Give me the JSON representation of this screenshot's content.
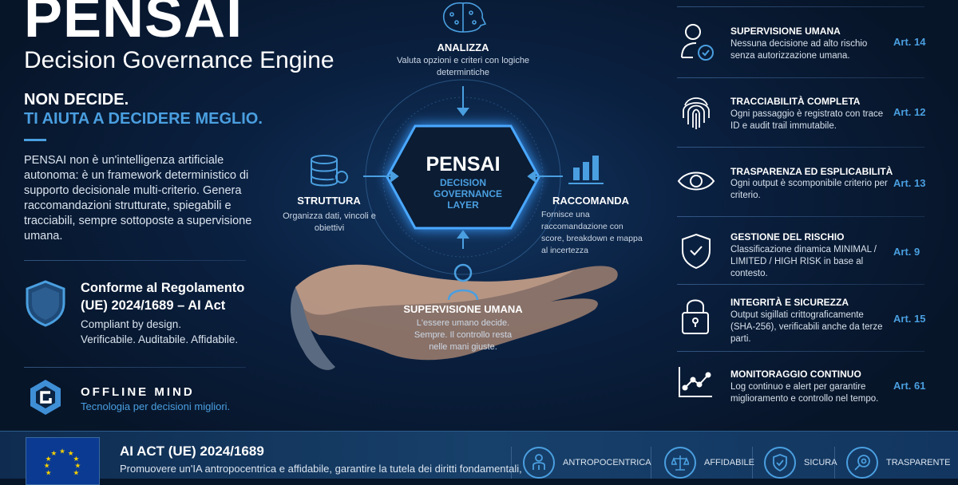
{
  "left": {
    "title": "PENSAI",
    "subtitle": "Decision Governance Engine",
    "claim_line1": "NON DECIDE.",
    "claim_line2": "TI AIUTA A DECIDERE MEGLIO.",
    "description": "PENSAI non è un'intelligenza artificiale autonoma: è un framework deterministico di supporto decisionale multi-criterio. Genera raccomandazioni strutturate, spiegabili e tracciabili, sempre sottoposte a supervisione umana.",
    "compliance": {
      "title": "Conforme al Regolamento (UE) 2024/1689 – AI Act",
      "line1": "Compliant by design.",
      "line2": "Verificabile. Auditabile. Affidabile.",
      "icon": "shield-icon"
    },
    "brand": {
      "name": "OFFLINE MIND",
      "tagline": "Tecnologia per decisioni migliori.",
      "icon": "hexagon-logo-icon"
    }
  },
  "diagram": {
    "center": {
      "title": "PENSAI",
      "subtitle": "DECISION GOVERNANCE LAYER"
    },
    "nodes": [
      {
        "title": "ANALIZZA",
        "desc": "Valuta opzioni e criteri con logiche determintiche",
        "icon": "brain-circuit-icon"
      },
      {
        "title": "STRUTTURA",
        "desc": "Organizza dati, vincoli e obiettivi",
        "icon": "database-icon"
      },
      {
        "title": "RACCOMANDA",
        "desc": "Fornisce una raccomandazione con score, breakdown e mappa al incertezza",
        "icon": "bar-chart-icon"
      },
      {
        "title": "SUPERVISIONE UMANA",
        "desc": "L'essere umano decide. Sempre. Il controllo resta nelle mani giuste.",
        "icon": "person-icon"
      }
    ]
  },
  "features": [
    {
      "title": "SUPERVISIONE UMANA",
      "desc": "Nessuna decisione ad alto rischio senza autorizzazione umana.",
      "article": "Art. 14",
      "icon": "user-check-icon"
    },
    {
      "title": "TRACCIABILITÀ COMPLETA",
      "desc": "Ogni passaggio è registrato con trace ID e audit trail immutabile.",
      "article": "Art. 12",
      "icon": "fingerprint-icon"
    },
    {
      "title": "TRASPARENZA ED ESPLICABILITÀ",
      "desc": "Ogni output è scomponibile criterio per criterio.",
      "article": "Art. 13",
      "icon": "eye-icon"
    },
    {
      "title": "GESTIONE DEL RISCHIO",
      "desc": "Classificazione dinamica MINIMAL / LIMITED / HIGH RISK in base al contesto.",
      "article": "Art. 9",
      "icon": "shield-check-icon"
    },
    {
      "title": "INTEGRITÀ E SICUREZZA",
      "desc": "Output sigillati crittograficamente (SHA-256), verificabili anche da terze parti.",
      "article": "Art. 15",
      "icon": "lock-icon"
    },
    {
      "title": "MONITORAGGIO CONTINUO",
      "desc": "Log continuo e alert per garantire miglioramento e controllo nel tempo.",
      "article": "Art. 61",
      "icon": "line-chart-icon"
    }
  ],
  "footer": {
    "title": "AI ACT (UE) 2024/1689",
    "desc": "Promuovere un'IA antropocentrica e affidabile, garantire la tutela dei diritti fondamentali,",
    "flag_icon": "eu-flag-icon",
    "values": [
      {
        "label": "ANTROPOCENTRICA",
        "icon": "person-icon"
      },
      {
        "label": "AFFIDABILE",
        "icon": "scales-icon"
      },
      {
        "label": "SICURA",
        "icon": "shield-check-icon"
      },
      {
        "label": "TRASPARENTE",
        "icon": "magnifier-icon"
      }
    ]
  },
  "colors": {
    "background": "#071529",
    "accent": "#4a9fe0",
    "text": "#ffffff"
  }
}
